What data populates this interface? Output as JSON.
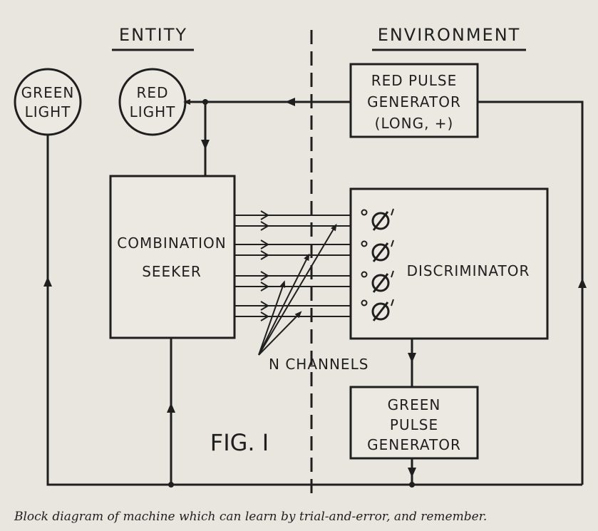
{
  "headers": {
    "entity": "ENTITY",
    "environment": "ENVIRONMENT"
  },
  "nodes": {
    "green_light": [
      "GREEN",
      "LIGHT"
    ],
    "red_light": [
      "RED",
      "LIGHT"
    ],
    "red_pulse_generator": [
      "RED PULSE",
      "GENERATOR",
      "(LONG, +)"
    ],
    "combination_seeker": [
      "COMBINATION",
      "SEEKER"
    ],
    "discriminator": "DISCRIMINATOR",
    "green_pulse_generator": [
      "GREEN",
      "PULSE",
      "GENERATOR"
    ]
  },
  "channels_label": "N CHANNELS",
  "figure_label": "FIG. I",
  "caption": "Block diagram of machine which can learn by trial-and-error, and remember."
}
